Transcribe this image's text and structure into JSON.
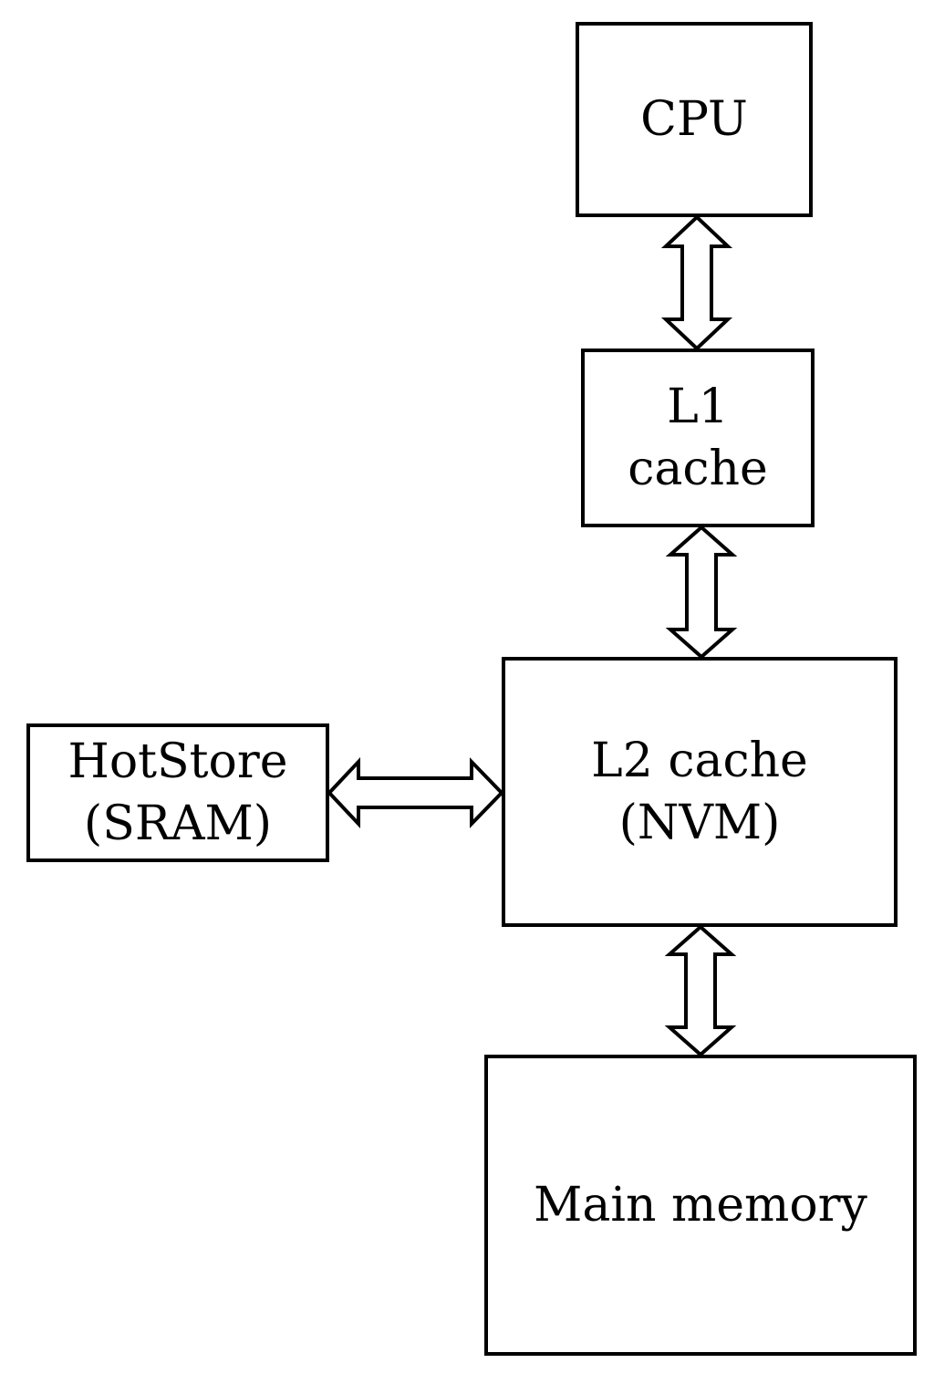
{
  "blocks": {
    "cpu": {
      "line1": "CPU"
    },
    "l1": {
      "line1": "L1",
      "line2": "cache"
    },
    "l2": {
      "line1": "L2 cache",
      "line2": "(NVM)"
    },
    "hotstore": {
      "line1": "HotStore",
      "line2": "(SRAM)"
    },
    "main_memory": {
      "line1": "Main memory"
    }
  },
  "connections": [
    {
      "from": "cpu",
      "to": "l1",
      "direction": "bidirectional"
    },
    {
      "from": "l1",
      "to": "l2",
      "direction": "bidirectional"
    },
    {
      "from": "hotstore",
      "to": "l2",
      "direction": "bidirectional"
    },
    {
      "from": "l2",
      "to": "main_memory",
      "direction": "bidirectional"
    }
  ],
  "colors": {
    "stroke": "#000000",
    "fill": "#ffffff"
  }
}
